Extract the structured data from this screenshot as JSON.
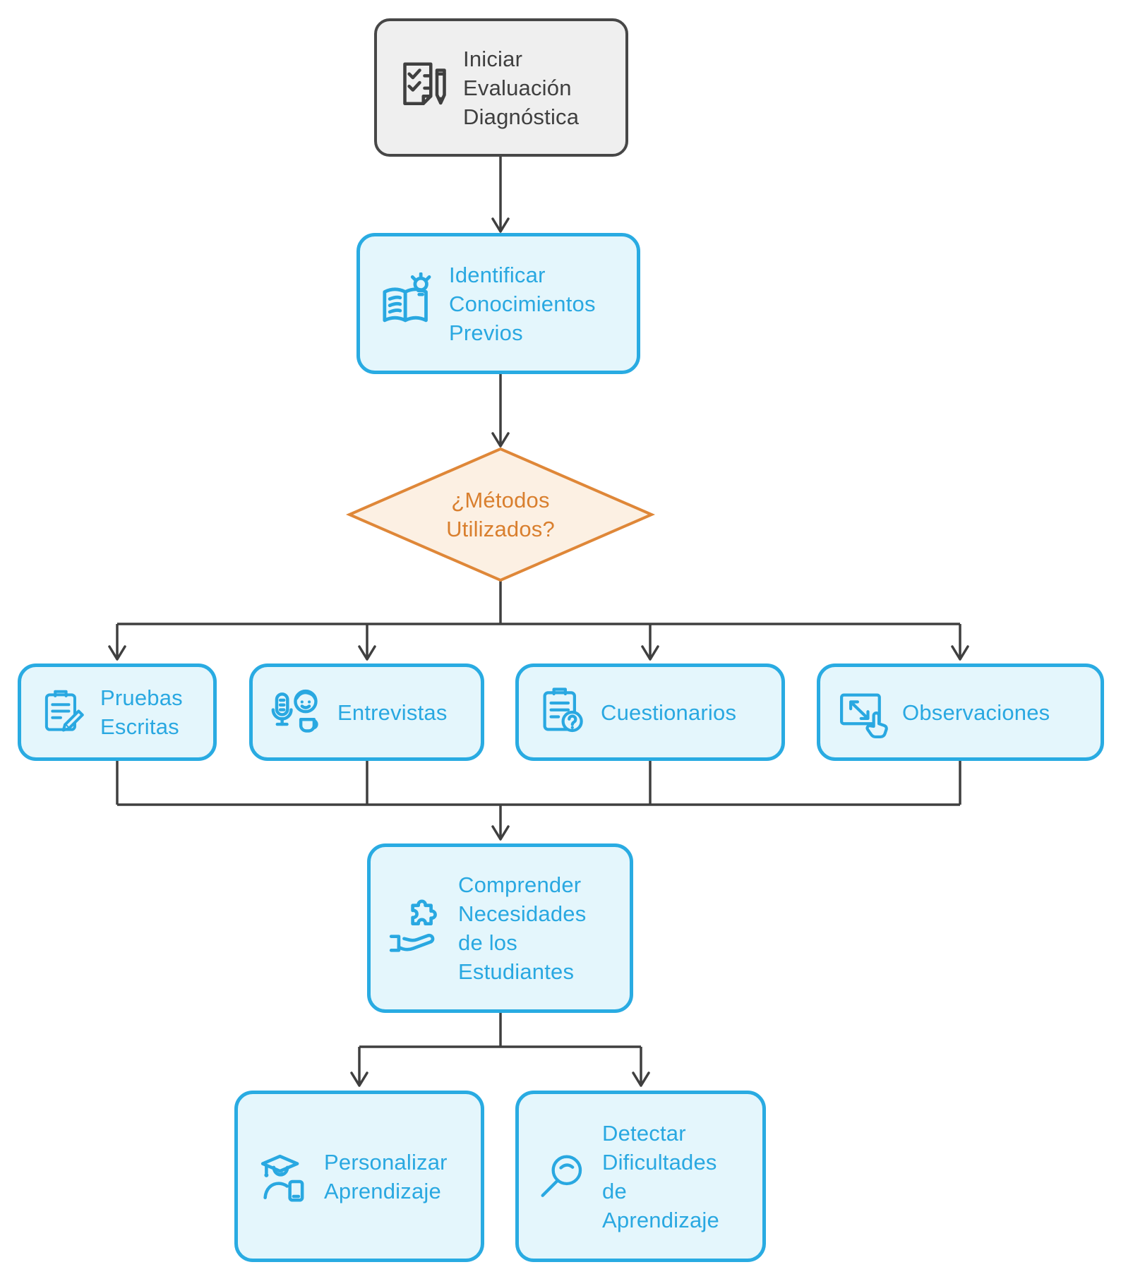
{
  "diagram": {
    "type": "flowchart",
    "direction": "top-down",
    "title": "Evaluación Diagnóstica",
    "nodes": {
      "iniciar": {
        "label": "Iniciar\nEvaluación\nDiagnóstica",
        "shape": "rounded-rect",
        "icon": "checklist-pen-icon",
        "fill": "#EFEFEF",
        "border": "#474747",
        "text_color": "#3F3F3F"
      },
      "identificar": {
        "label": "Identificar\nConocimientos\nPrevios",
        "shape": "rounded-rect",
        "icon": "book-lightbulb-icon",
        "fill": "#E4F6FC",
        "border": "#29ABE2",
        "text_color": "#29A8E1"
      },
      "metodos": {
        "label": "¿Métodos\nUtilizados?",
        "shape": "diamond",
        "icon": null,
        "fill": "#FCF0E3",
        "border": "#DF8738",
        "text_color": "#D97F2E"
      },
      "pruebas": {
        "label": "Pruebas\nEscritas",
        "shape": "rounded-rect",
        "icon": "clipboard-pencil-icon",
        "fill": "#E4F6FC",
        "border": "#29ABE2",
        "text_color": "#29A8E1"
      },
      "entrevistas": {
        "label": "Entrevistas",
        "shape": "rounded-rect",
        "icon": "microphone-person-icon",
        "fill": "#E4F6FC",
        "border": "#29ABE2",
        "text_color": "#29A8E1"
      },
      "cuestionarios": {
        "label": "Cuestionarios",
        "shape": "rounded-rect",
        "icon": "clipboard-question-icon",
        "fill": "#E4F6FC",
        "border": "#29ABE2",
        "text_color": "#29A8E1"
      },
      "observaciones": {
        "label": "Observaciones",
        "shape": "rounded-rect",
        "icon": "screen-touch-icon",
        "fill": "#E4F6FC",
        "border": "#29ABE2",
        "text_color": "#29A8E1"
      },
      "comprender": {
        "label": "Comprender\nNecesidades\nde los\nEstudiantes",
        "shape": "rounded-rect",
        "icon": "hand-puzzle-icon",
        "fill": "#E4F6FC",
        "border": "#29ABE2",
        "text_color": "#29A8E1"
      },
      "personalizar": {
        "label": "Personalizar\nAprendizaje",
        "shape": "rounded-rect",
        "icon": "graduate-device-icon",
        "fill": "#E4F6FC",
        "border": "#29ABE2",
        "text_color": "#29A8E1"
      },
      "detectar": {
        "label": "Detectar\nDificultades\nde\nAprendizaje",
        "shape": "rounded-rect",
        "icon": "magnifier-eye-icon",
        "fill": "#E4F6FC",
        "border": "#29ABE2",
        "text_color": "#29A8E1"
      }
    },
    "edges": [
      {
        "from": "iniciar",
        "to": "identificar"
      },
      {
        "from": "identificar",
        "to": "metodos"
      },
      {
        "from": "metodos",
        "to": "pruebas"
      },
      {
        "from": "metodos",
        "to": "entrevistas"
      },
      {
        "from": "metodos",
        "to": "cuestionarios"
      },
      {
        "from": "metodos",
        "to": "observaciones"
      },
      {
        "from": "pruebas",
        "to": "comprender"
      },
      {
        "from": "entrevistas",
        "to": "comprender"
      },
      {
        "from": "cuestionarios",
        "to": "comprender"
      },
      {
        "from": "observaciones",
        "to": "comprender"
      },
      {
        "from": "comprender",
        "to": "personalizar"
      },
      {
        "from": "comprender",
        "to": "detectar"
      }
    ],
    "colors": {
      "arrow": "#3F3F3F",
      "background": "#FFFFFF",
      "accent_blue": "#29ABE2",
      "accent_blue_fill": "#E4F6FC",
      "accent_orange": "#DF8738",
      "accent_orange_fill": "#FCF0E3",
      "neutral_gray": "#474747",
      "neutral_gray_fill": "#EFEFEF"
    }
  }
}
